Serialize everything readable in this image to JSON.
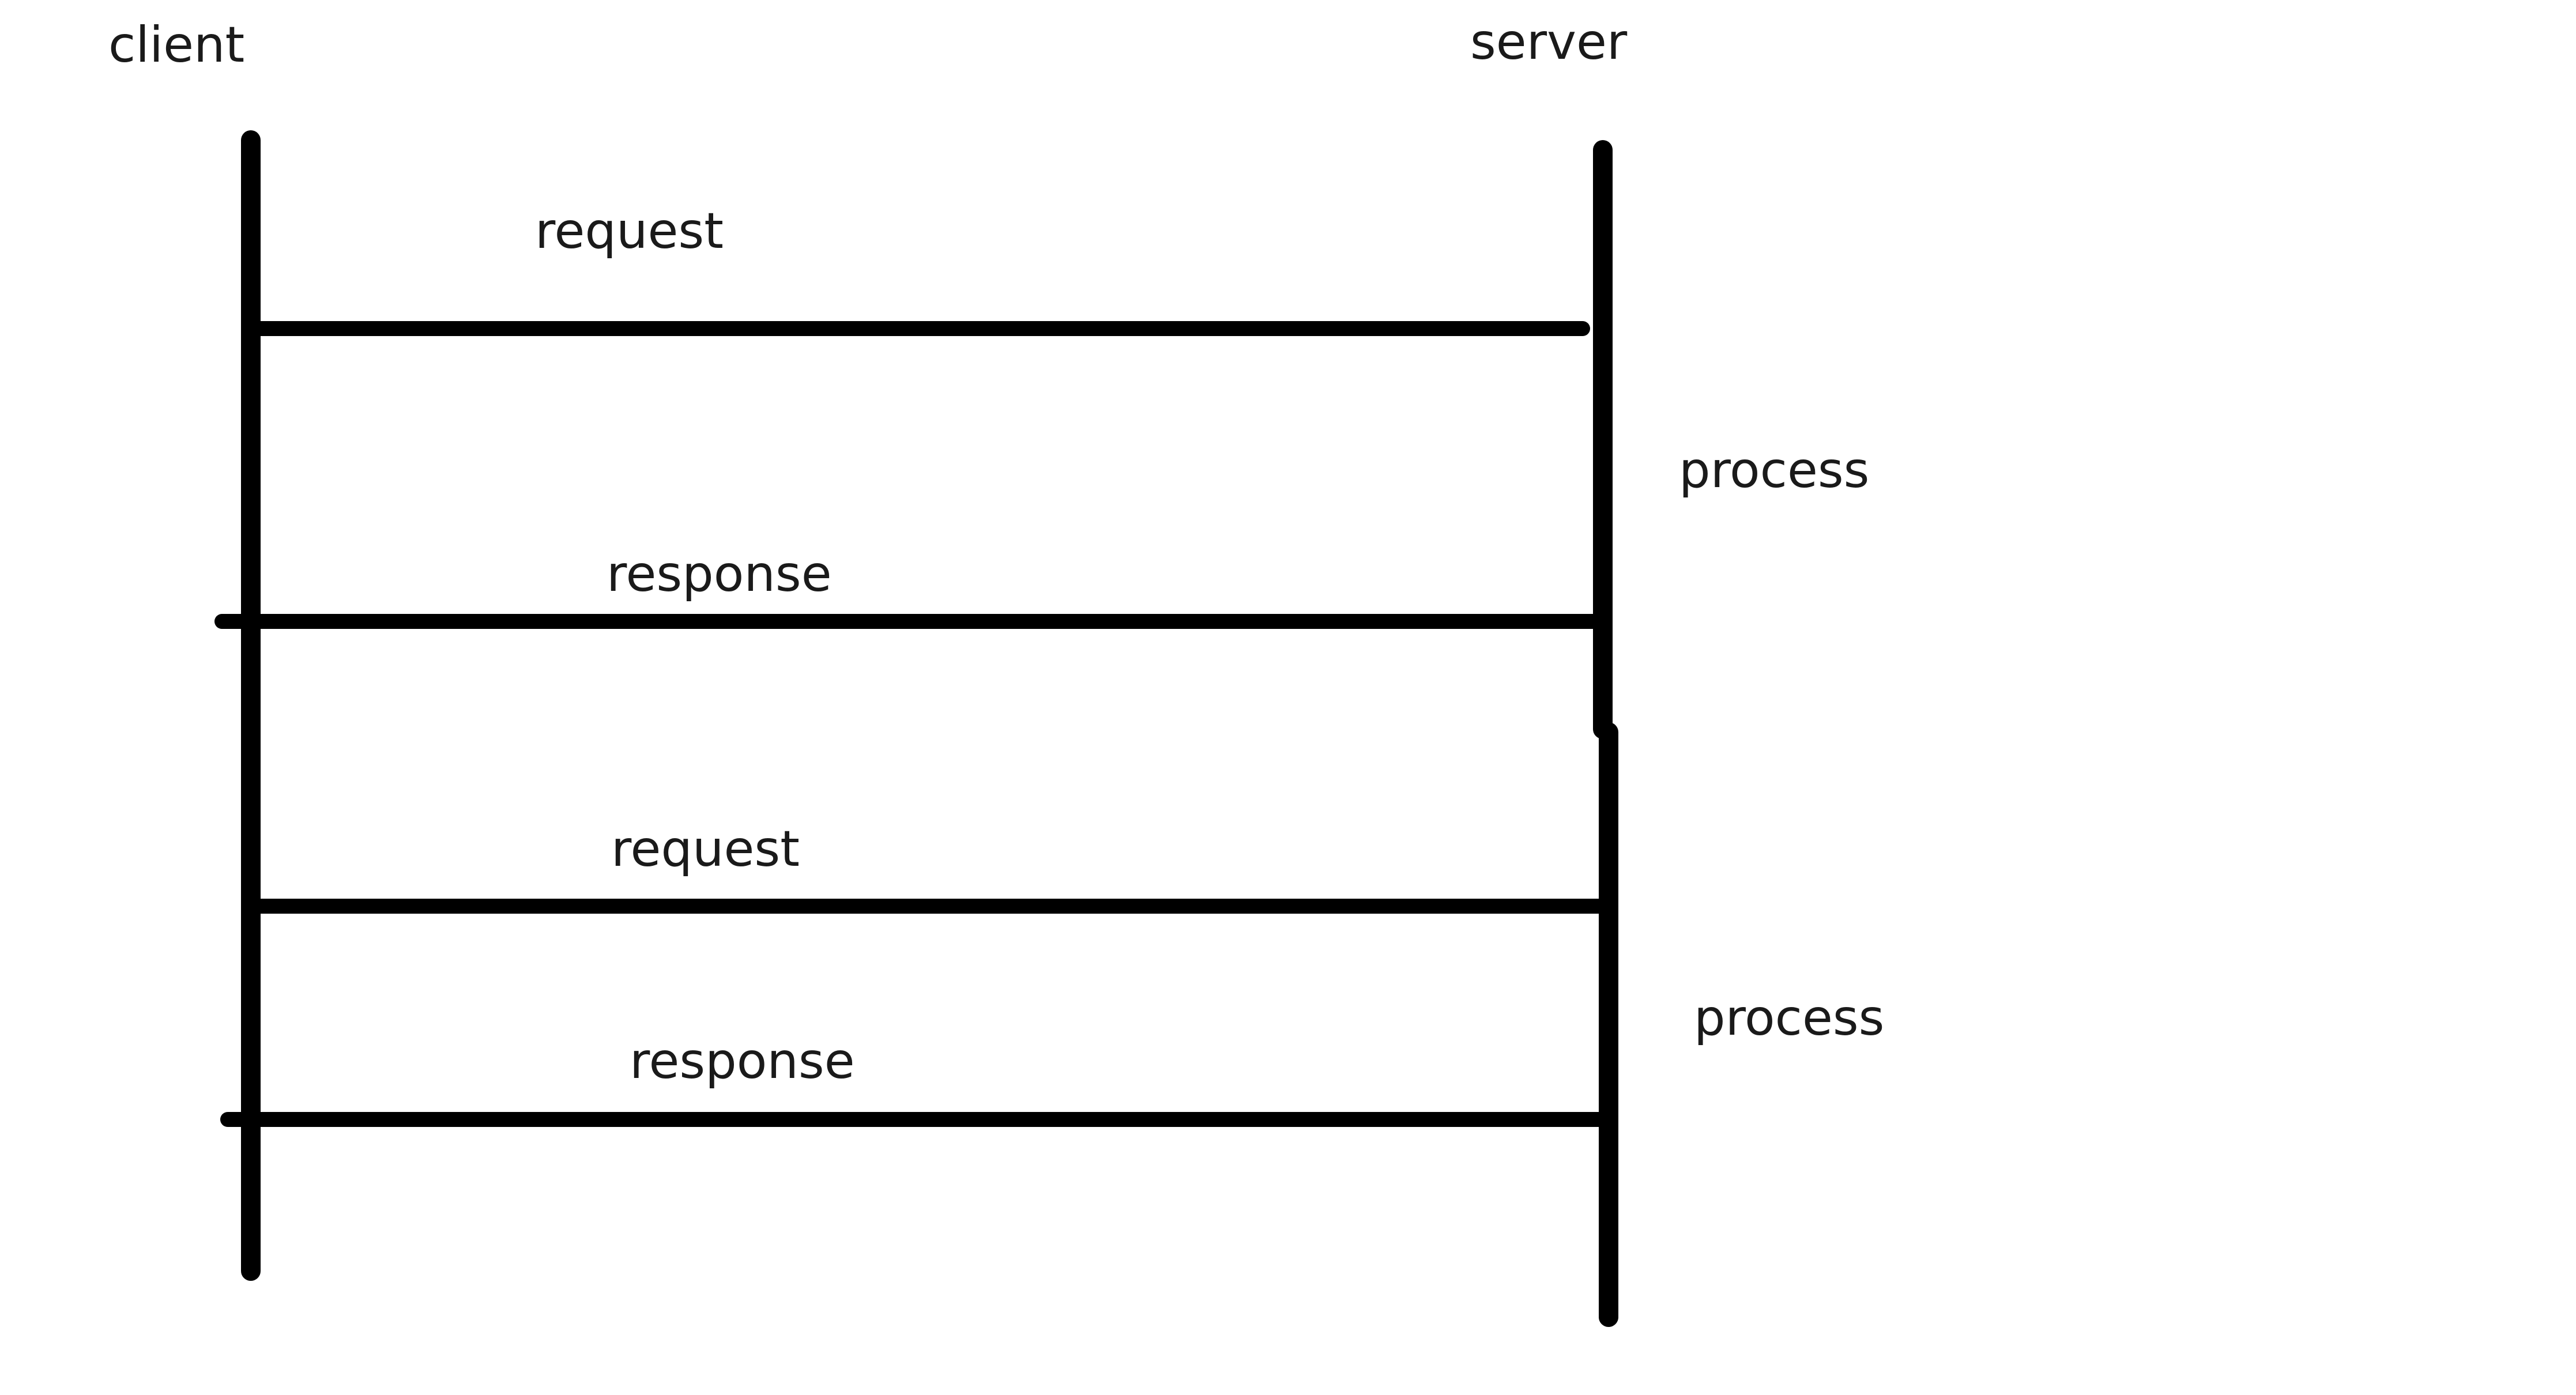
{
  "participants": {
    "client": "client",
    "server": "server"
  },
  "messages": [
    {
      "label": "request",
      "direction": "client-to-server"
    },
    {
      "label": "response",
      "direction": "server-to-client"
    },
    {
      "label": "request",
      "direction": "client-to-server"
    },
    {
      "label": "response",
      "direction": "server-to-client"
    }
  ],
  "notes": [
    "process",
    "process"
  ],
  "colors": {
    "line": "#000000",
    "text": "#1a1a1a",
    "background": "#ffffff"
  }
}
